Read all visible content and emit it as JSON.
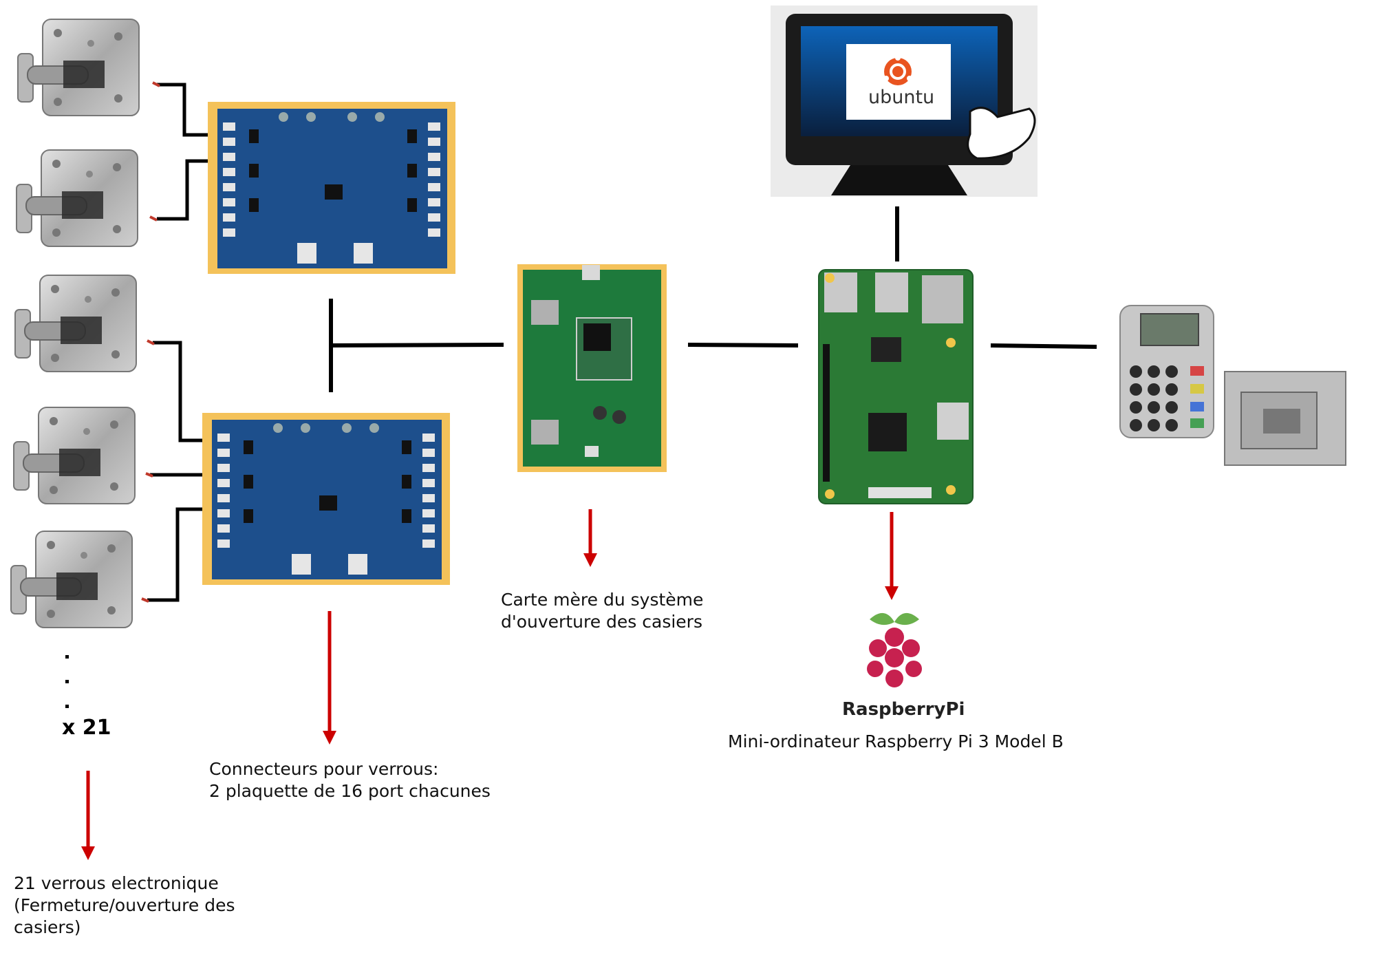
{
  "labels": {
    "lock_count": "x 21",
    "locks_caption": "21 verrous electronique\n(Fermeture/ouverture des\ncasiers)",
    "connectors_caption": "Connecteurs pour verrous:\n2 plaquette de 16 port chacunes",
    "motherboard_caption": "Carte mère du système\nd'ouverture des casiers",
    "raspberry_caption": "Mini-ordinateur Raspberry Pi 3 Model B"
  },
  "screen": {
    "os_name": "ubuntu"
  },
  "raspberry_logo": {
    "text": "RaspberryPi"
  },
  "icons": {
    "lock": "electronic-lock-icon",
    "relay_board": "relay-board-icon",
    "controller_board": "controller-board-icon",
    "touchscreen": "touchscreen-monitor-icon",
    "raspberry_pi_board": "raspberry-pi-board-icon",
    "payment_terminal": "payment-terminal-icon",
    "raspberry_logo": "raspberry-pi-logo-icon"
  },
  "colors": {
    "arrow": "#cc0000",
    "connector": "#000000",
    "relay_board": "#1d4f8c",
    "controller_board": "#1e7a3c",
    "rpi_board": "#2b7a35",
    "board_background": "#f4c25a"
  }
}
